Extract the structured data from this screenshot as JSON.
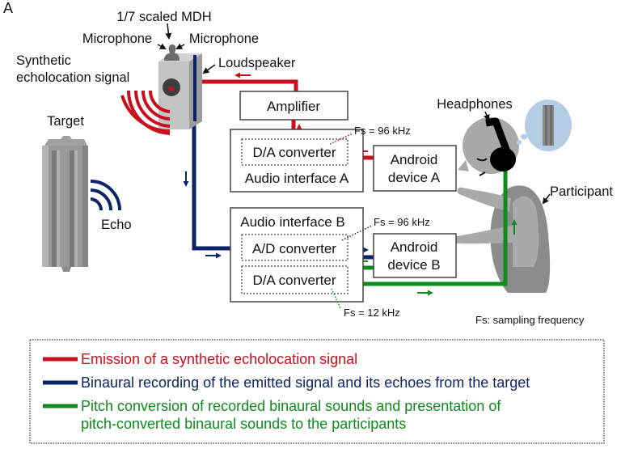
{
  "panel_label": "A",
  "colors": {
    "emission": "#c8101e",
    "recording": "#0c2468",
    "presentation": "#0f8a1c",
    "device_gray": "#a9a9a9",
    "thought_bubble": "#b6cde6"
  },
  "labels": {
    "mdh": "1/7 scaled MDH",
    "microphone_left": "Microphone",
    "microphone_right": "Microphone",
    "synthetic_signal_line1": "Synthetic",
    "synthetic_signal_line2": "echolocation signal",
    "loudspeaker": "Loudspeaker",
    "target": "Target",
    "echo": "Echo",
    "headphones": "Headphones",
    "participant": "Participant",
    "fs_a": "Fs = 96 kHz",
    "fs_b_ad": "Fs = 96 kHz",
    "fs_b_da": "Fs = 12 kHz",
    "fs_note": "Fs: sampling frequency"
  },
  "boxes": {
    "amplifier": "Amplifier",
    "audio_interface_a": "Audio interface A",
    "da_converter_a": "D/A converter",
    "android_a_line1": "Android",
    "android_a_line2": "device A",
    "audio_interface_b": "Audio interface B",
    "ad_converter_b": "A/D converter",
    "da_converter_b": "D/A converter",
    "android_b_line1": "Android",
    "android_b_line2": "device B"
  },
  "legend": [
    {
      "key": "emission",
      "text": "Emission of a synthetic echolocation signal"
    },
    {
      "key": "recording",
      "text": "Binaural recording of the emitted signal and its echoes from the target"
    },
    {
      "key": "presentation",
      "text": "Pitch conversion of recorded binaural sounds and presentation of",
      "text2": "pitch-converted binaural sounds to the participants"
    }
  ]
}
